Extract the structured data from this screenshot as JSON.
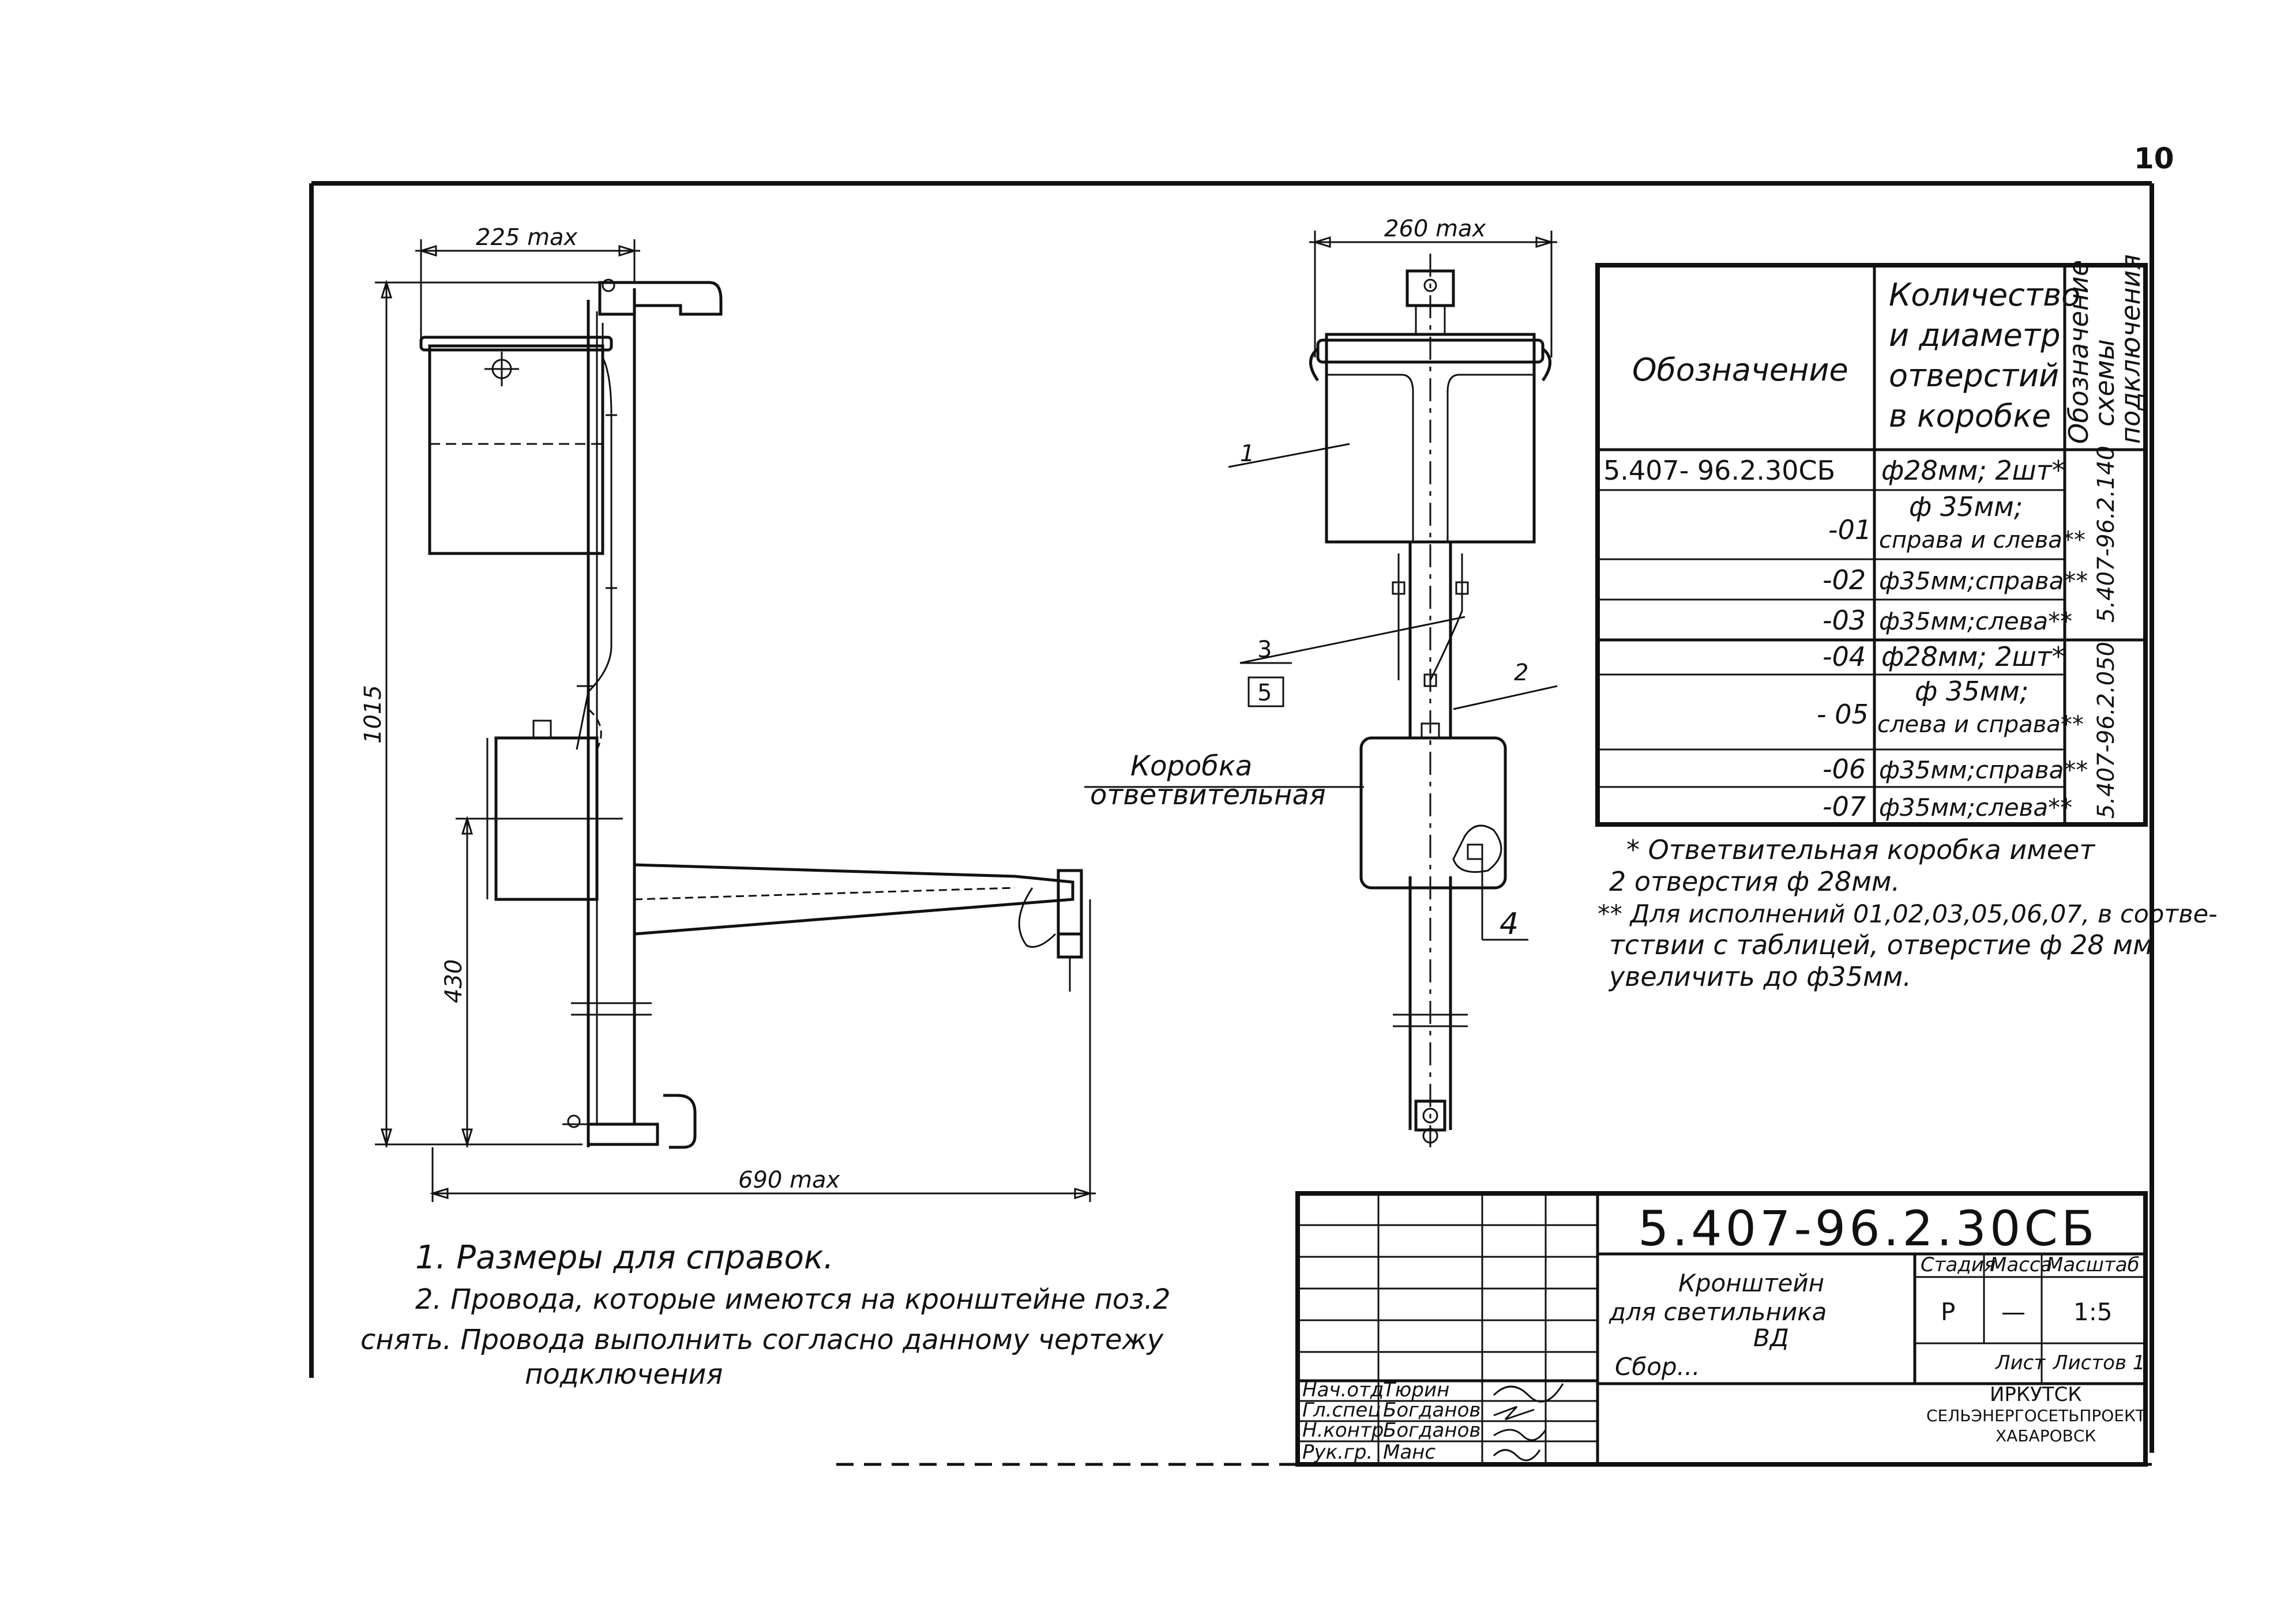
{
  "page_number": "10",
  "dimensions": {
    "left_width": "225 max",
    "left_height": "1015",
    "left_lower": "430",
    "left_span": "690 max",
    "front_width": "260 max"
  },
  "callouts": {
    "c1": "1",
    "c2": "2",
    "c3": "3",
    "c4": "4",
    "c5": "5",
    "box_line1": "Коробка",
    "box_line2": "ответвительная"
  },
  "table": {
    "headers": {
      "designation": "Обозначение",
      "holes": [
        "Количество",
        "и диаметр",
        "отверстий",
        "в коробке"
      ],
      "scheme": [
        "Обозначение",
        "схемы",
        "подключения"
      ]
    },
    "rows": [
      {
        "designation": "5.407- 96.2.30СБ",
        "holes": [
          "ф28мм; 2шт*"
        ]
      },
      {
        "designation": "-01",
        "holes": [
          "ф 35мм;",
          "справа и слева**"
        ]
      },
      {
        "designation": "-02",
        "holes": [
          "ф35мм;справа**"
        ]
      },
      {
        "designation": "-03",
        "holes": [
          "ф35мм;слева**"
        ]
      },
      {
        "designation": "-04",
        "holes": [
          "ф28мм; 2шт*"
        ]
      },
      {
        "designation": "- 05",
        "holes": [
          "ф 35мм;",
          "слева и справа**"
        ]
      },
      {
        "designation": "-06",
        "holes": [
          "ф35мм;справа**"
        ]
      },
      {
        "designation": "-07",
        "holes": [
          "ф35мм;слева**"
        ]
      }
    ],
    "scheme_groups": [
      "5.407-96.2.140",
      "5.407-96.2.050"
    ]
  },
  "footnotes": [
    "* Ответвительная коробка имеет",
    "2 отверстия ф 28мм.",
    "** Для исполнений 01,02,03,05,06,07, в соотве-",
    "тствии с таблицей, отверстие ф 28 мм",
    "увеличить до ф35мм."
  ],
  "notes": [
    "1. Размеры для справок.",
    "2. Провода, которые имеются на кронштейне поз.2",
    "снять. Провода выполнить согласно данному чертежу",
    "подключения"
  ],
  "title_block": {
    "code": "5.407-96.2.30СБ",
    "title": [
      "Кронштейн",
      "для светильника",
      "ВД"
    ],
    "subtitle": "Сбор...",
    "stage_label": "Стадия",
    "mass_label": "Масса",
    "scale_label": "Масштаб",
    "stage": "Р",
    "mass": "—",
    "scale": "1:5",
    "sheet_label": "Лист",
    "sheets_label": "Листов 1",
    "org": [
      "ИРКУТСК",
      "СЕЛЬЭНЕРГОСЕТЬПРОЕКТ",
      "ХАБАРОВСК"
    ],
    "signers": [
      {
        "role": "Нач.отд",
        "name": "Тюрин"
      },
      {
        "role": "Гл.спец",
        "name": "Богданов"
      },
      {
        "role": "Н.контр",
        "name": "Богданов"
      },
      {
        "role": "Рук.гр.",
        "name": "Манс"
      }
    ]
  }
}
